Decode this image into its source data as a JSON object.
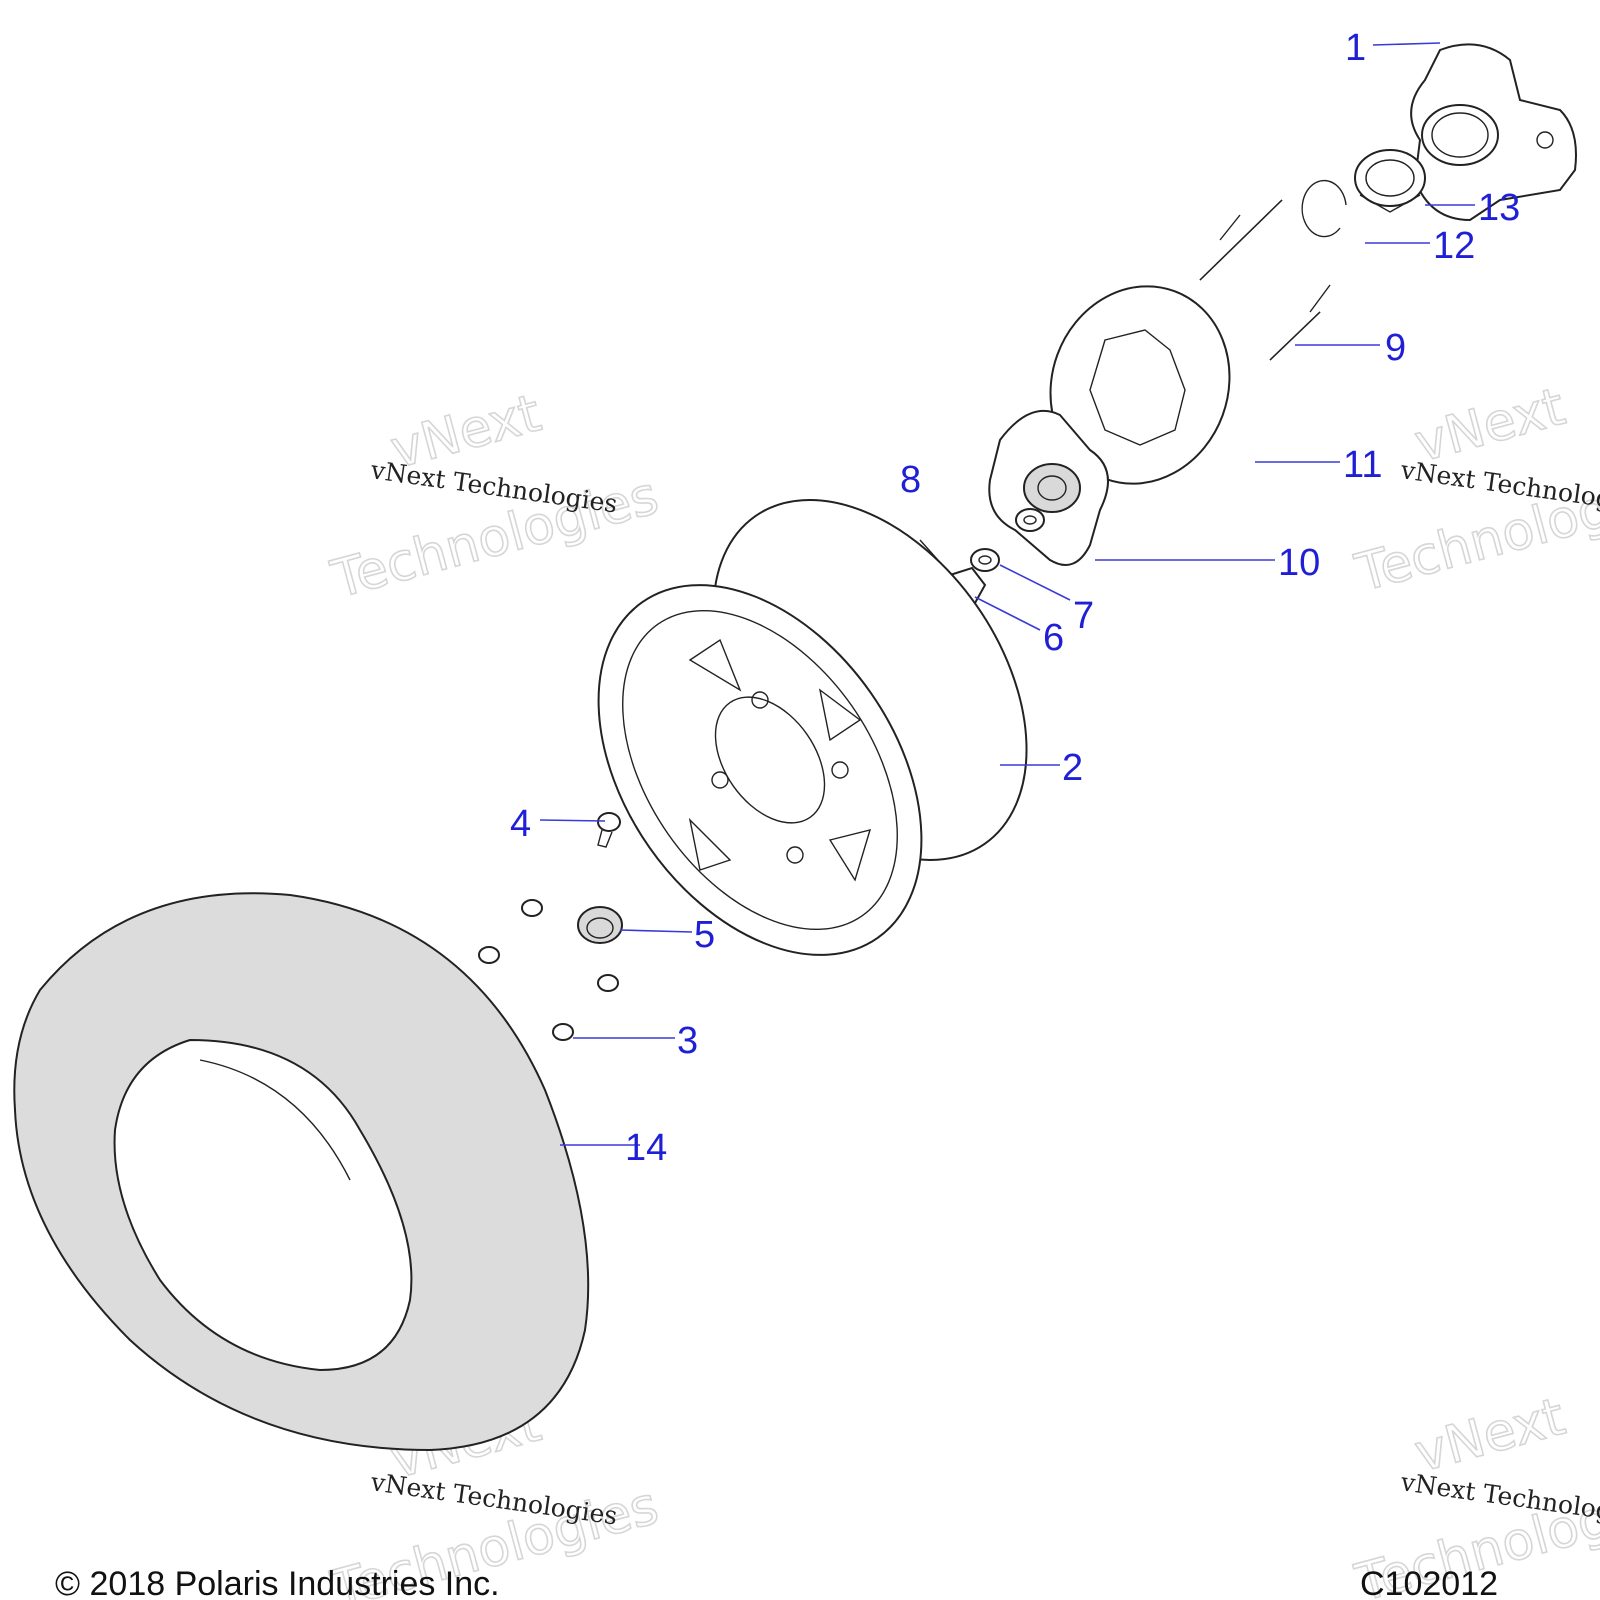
{
  "callouts": [
    {
      "id": "1",
      "label": "1"
    },
    {
      "id": "2",
      "label": "2"
    },
    {
      "id": "3",
      "label": "3"
    },
    {
      "id": "4",
      "label": "4"
    },
    {
      "id": "5",
      "label": "5"
    },
    {
      "id": "6",
      "label": "6"
    },
    {
      "id": "7",
      "label": "7"
    },
    {
      "id": "8",
      "label": "8"
    },
    {
      "id": "9",
      "label": "9"
    },
    {
      "id": "10",
      "label": "10"
    },
    {
      "id": "11",
      "label": "11"
    },
    {
      "id": "12",
      "label": "12"
    },
    {
      "id": "13",
      "label": "13"
    },
    {
      "id": "14",
      "label": "14"
    }
  ],
  "watermark": {
    "line1": "vNext",
    "line2": "Technologies",
    "small": "vNext Technologies"
  },
  "footer": {
    "copyright": "© 2018 Polaris Industries Inc.",
    "figure_code": "C102012"
  },
  "colors": {
    "callout": "#1f1fd6",
    "leader": "#3a3ad8",
    "part_fill": "#d9d9d9"
  }
}
